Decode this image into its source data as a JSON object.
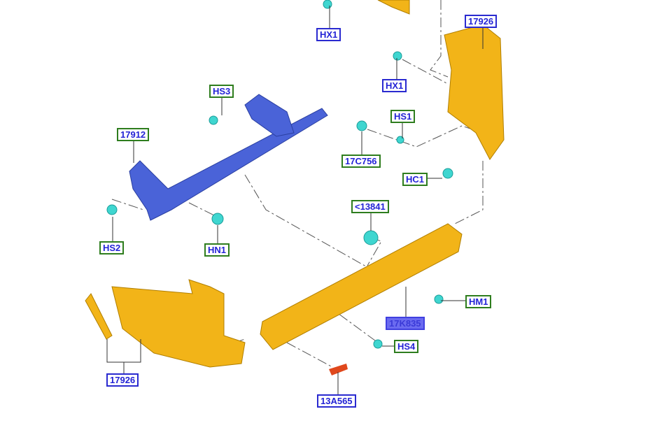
{
  "callouts": [
    {
      "id": "HX1",
      "style": "blue"
    },
    {
      "id": "17926",
      "style": "blue"
    },
    {
      "id": "HX1",
      "style": "blue"
    },
    {
      "id": "HS3",
      "style": "green"
    },
    {
      "id": "HS1",
      "style": "green"
    },
    {
      "id": "17912",
      "style": "green"
    },
    {
      "id": "17C756",
      "style": "green"
    },
    {
      "id": "HC1",
      "style": "green"
    },
    {
      "id": "<13841",
      "style": "green"
    },
    {
      "id": "HS2",
      "style": "green"
    },
    {
      "id": "HN1",
      "style": "green"
    },
    {
      "id": "HM1",
      "style": "green"
    },
    {
      "id": "17K835",
      "style": "highlighted"
    },
    {
      "id": "HS4",
      "style": "green"
    },
    {
      "id": "17926",
      "style": "blue"
    },
    {
      "id": "13A565",
      "style": "blue"
    }
  ],
  "colors": {
    "cover": "#f2b418",
    "reinforcement": "#4a63d8",
    "fastener": "#3fd6d0",
    "reflector": "#e0481c"
  }
}
